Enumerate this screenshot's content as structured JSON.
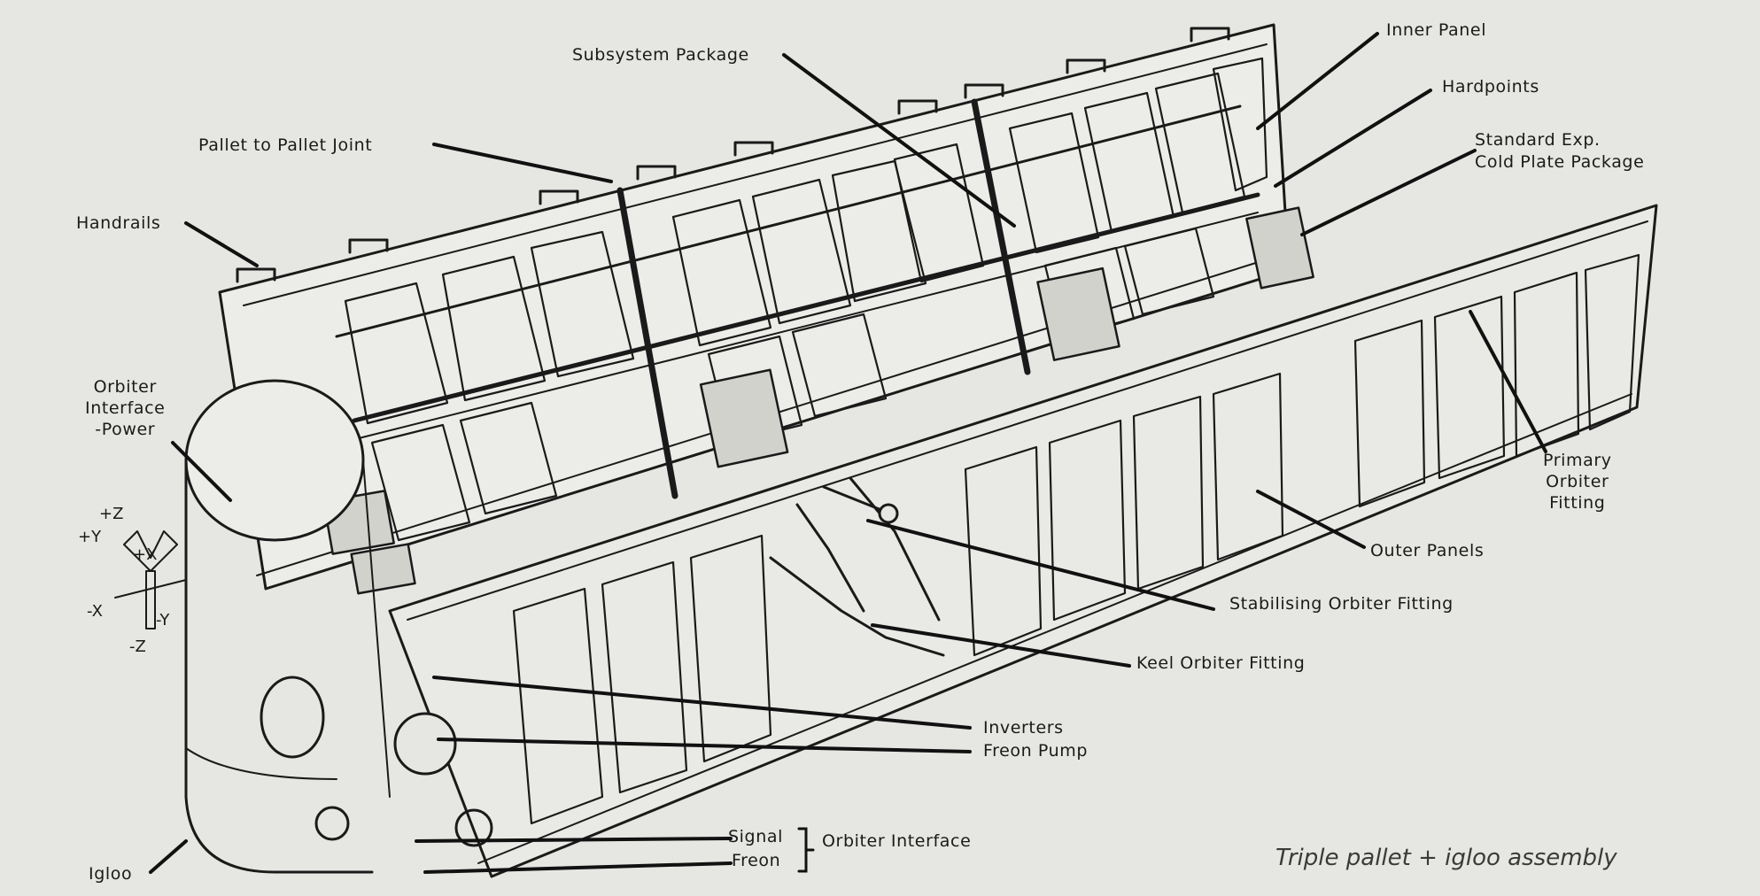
{
  "figure": {
    "caption": "Triple pallet + igloo assembly",
    "ink_color": "#1a1a1a",
    "background_color": "#e6e6e2"
  },
  "labels": {
    "subsystem_package": "Subsystem Package",
    "inner_panel": "Inner Panel",
    "hardpoints": "Hardpoints",
    "standard_exp_line1": "Standard Exp.",
    "standard_exp_line2": "Cold Plate Package",
    "pallet_joint": "Pallet to Pallet Joint",
    "handrails": "Handrails",
    "orbiter_power_line1": "Orbiter",
    "orbiter_power_line2": "Interface",
    "orbiter_power_line3": "-Power",
    "primary_fitting_line1": "Primary",
    "primary_fitting_line2": "Orbiter",
    "primary_fitting_line3": "Fitting",
    "outer_panels": "Outer Panels",
    "stabilising_fitting": "Stabilising Orbiter Fitting",
    "keel_fitting": "Keel Orbiter Fitting",
    "inverters": "Inverters",
    "freon_pump": "Freon Pump",
    "signal": "Signal",
    "freon": "Freon",
    "orbiter_interface": "Orbiter Interface",
    "igloo": "Igloo"
  },
  "axes": {
    "plus_z": "+Z",
    "plus_y": "+Y",
    "plus_x": "+X",
    "minus_x": "-X",
    "minus_y": "-Y",
    "minus_z": "-Z"
  }
}
